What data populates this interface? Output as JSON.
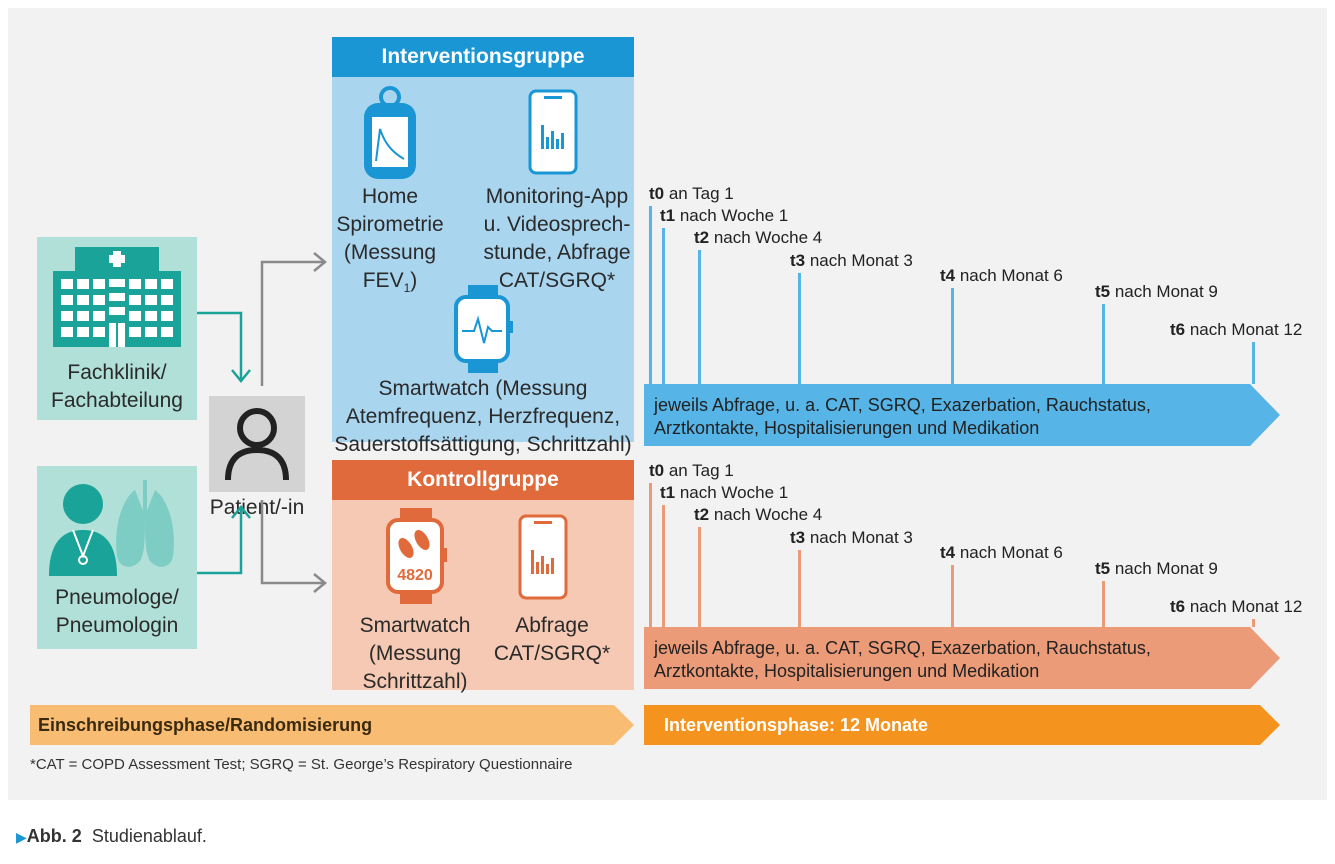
{
  "footnote": "*CAT = COPD Assessment Test; SGRQ = St. George’s Respiratory Questionnaire",
  "caption": {
    "marker": "▶",
    "label": "Abb. 2",
    "text": "Studienablauf."
  },
  "sources": {
    "clinic": {
      "icon": "hospital-icon",
      "label_line1": "Fachklinik/",
      "label_line2": "Fachabteilung"
    },
    "pulmonologist": {
      "icon": "doctor-lungs-icon",
      "label_line1": "Pneumologe/",
      "label_line2": "Pneumologin"
    }
  },
  "patient": {
    "icon": "person-icon",
    "label": "Patient/-in"
  },
  "intervention": {
    "title": "Interventionsgruppe",
    "items": [
      {
        "icon": "spirometer-icon",
        "lines": [
          "Home",
          "Spirometrie",
          "(Messung FEV",
          "1",
          ")"
        ]
      },
      {
        "icon": "smartphone-chart-icon",
        "lines": [
          "Monitoring-App",
          "u. Videosprech-",
          "stunde, Abfrage",
          "CAT/SGRQ*"
        ]
      },
      {
        "icon": "smartwatch-heart-icon",
        "lines": [
          "Smartwatch (Messung",
          "Atemfrequenz, Herzfrequenz,",
          "Sauerstoffsättigung, Schrittzahl)"
        ]
      }
    ]
  },
  "control": {
    "title": "Kontrollgruppe",
    "items": [
      {
        "icon": "smartwatch-steps-icon",
        "watch_number": "4820",
        "lines": [
          "Smartwatch",
          "(Messung",
          "Schrittzahl)"
        ]
      },
      {
        "icon": "smartphone-chart-icon",
        "lines": [
          "Abfrage",
          "CAT/SGRQ*"
        ]
      }
    ]
  },
  "timepoints": [
    {
      "code": "t0",
      "text": "an Tag 1"
    },
    {
      "code": "t1",
      "text": "nach Woche 1"
    },
    {
      "code": "t2",
      "text": "nach Woche 4"
    },
    {
      "code": "t3",
      "text": "nach Monat 3"
    },
    {
      "code": "t4",
      "text": "nach Monat 6"
    },
    {
      "code": "t5",
      "text": "nach Monat 9"
    },
    {
      "code": "t6",
      "text": "nach Monat 12"
    }
  ],
  "survey_text": {
    "line1": "jeweils Abfrage, u. a. CAT, SGRQ, Exazerbation, Rauchstatus,",
    "line2": "Arztkontakte, Hospitalisierungen und Medikation"
  },
  "phases": {
    "enrollment": "Einschreibungsphase/Randomisierung",
    "intervention": "Interventionsphase: 12 Monate"
  },
  "colors": {
    "intervention_dark": "#1a96d4",
    "intervention_light": "#a9d5ef",
    "intervention_arrow": "#56b4e7",
    "control_dark": "#e06a3b",
    "control_light": "#f5c9b3",
    "control_arrow": "#ec9b78",
    "source_bg": "#b0e0d8",
    "teal": "#1aa398",
    "patient_bg": "#d3d3d3",
    "enroll_arrow": "#f9bc73",
    "intervention_phase": "#f4931e"
  }
}
